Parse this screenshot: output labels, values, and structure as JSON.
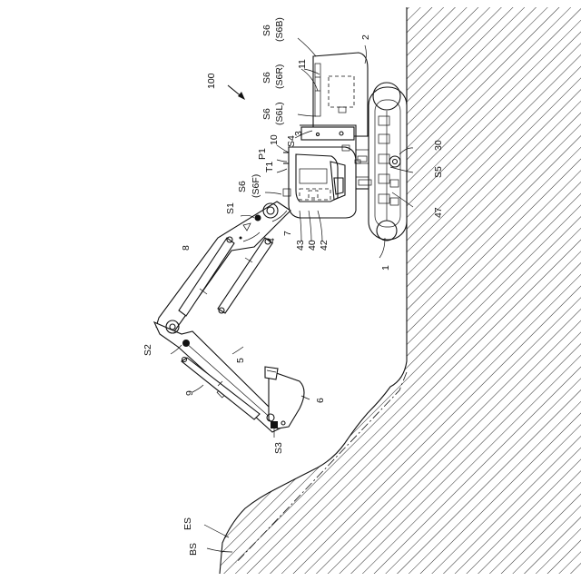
{
  "figure": {
    "ref_100": "100",
    "ref_1": "1",
    "ref_2": "2",
    "ref_3": "3",
    "ref_4": "4",
    "ref_5": "5",
    "ref_6": "6",
    "ref_7": "7",
    "ref_8": "8",
    "ref_9": "9",
    "ref_10": "10",
    "ref_11": "11",
    "ref_30": "30",
    "ref_40": "40",
    "ref_42": "42",
    "ref_43": "43",
    "ref_47": "47",
    "ref_S1": "S1",
    "ref_S2": "S2",
    "ref_S3": "S3",
    "ref_S4": "S4",
    "ref_S5": "S5",
    "ref_P1": "P1",
    "ref_T1": "T1",
    "ref_S6_B": "S6",
    "ref_S6B": "(S6B)",
    "ref_S6_R": "S6",
    "ref_S6R": "(S6R)",
    "ref_S6_L": "S6",
    "ref_S6L": "(S6L)",
    "ref_S6_F": "S6",
    "ref_S6F": "(S6F)",
    "ref_ES": "ES",
    "ref_BS": "BS"
  }
}
